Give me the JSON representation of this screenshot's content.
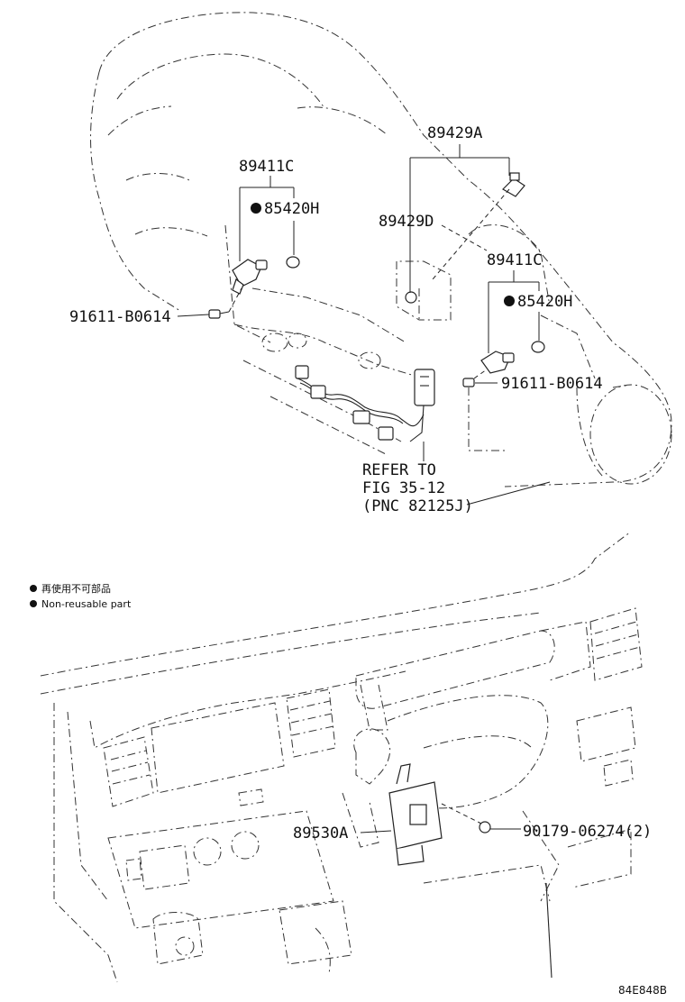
{
  "labels": {
    "p89429A": "89429A",
    "p89411C_left": "89411C",
    "p85420H_left": "85420H",
    "p89429D": "89429D",
    "p89411C_right": "89411C",
    "p85420H_right": "85420H",
    "p91611_left": "91611-B0614",
    "p91611_right": "91611-B0614",
    "refer_line1": "REFER TO",
    "refer_line2": "FIG 35-12",
    "refer_line3": "(PNC 82125J)",
    "p89530A": "89530A",
    "p90179": "90179-06274(2)",
    "code": "84E848B"
  },
  "legend": {
    "jp": "再使用不可部品",
    "en": "Non-reusable part",
    "bullet_symbol": "●"
  },
  "colors": {
    "line": "#222222",
    "background": "#ffffff"
  }
}
